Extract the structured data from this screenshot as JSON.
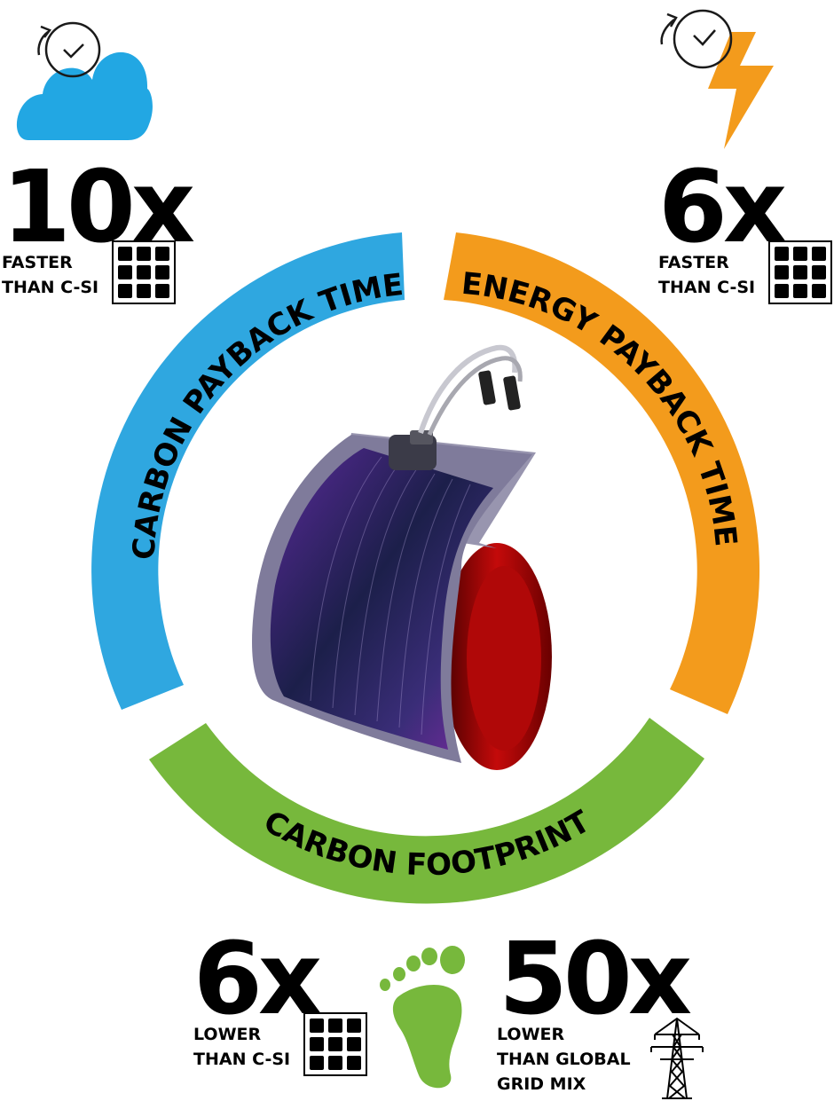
{
  "arcs": {
    "carbon_payback": "CARBON PAYBACK TIME",
    "energy_payback": "ENERGY PAYBACK TIME",
    "carbon_footprint": "CARBON FOOTPRINT"
  },
  "stats": {
    "top_left": {
      "value": "10x",
      "line1": "FASTER",
      "line2": "THAN C-SI"
    },
    "top_right": {
      "value": "6x",
      "line1": "FASTER",
      "line2": "THAN C-SI"
    },
    "bottom_left": {
      "value": "6x",
      "line1": "LOWER",
      "line2": "THAN C-SI"
    },
    "bottom_right": {
      "value": "50x",
      "line1": "LOWER",
      "line2": "THAN GLOBAL",
      "line3": "GRID MIX"
    }
  },
  "colors": {
    "carbon_payback": "#2fa7e0",
    "energy_payback": "#f39b1c",
    "carbon_footprint": "#77b83c",
    "cloud": "#22a7e3",
    "bolt": "#f39b1c",
    "footprint": "#77b83c"
  },
  "icons": [
    "cloud-clock-icon",
    "bolt-clock-icon",
    "solar-panel-icon",
    "footprint-icon",
    "power-tower-icon",
    "flexible-solar-panel-image"
  ]
}
